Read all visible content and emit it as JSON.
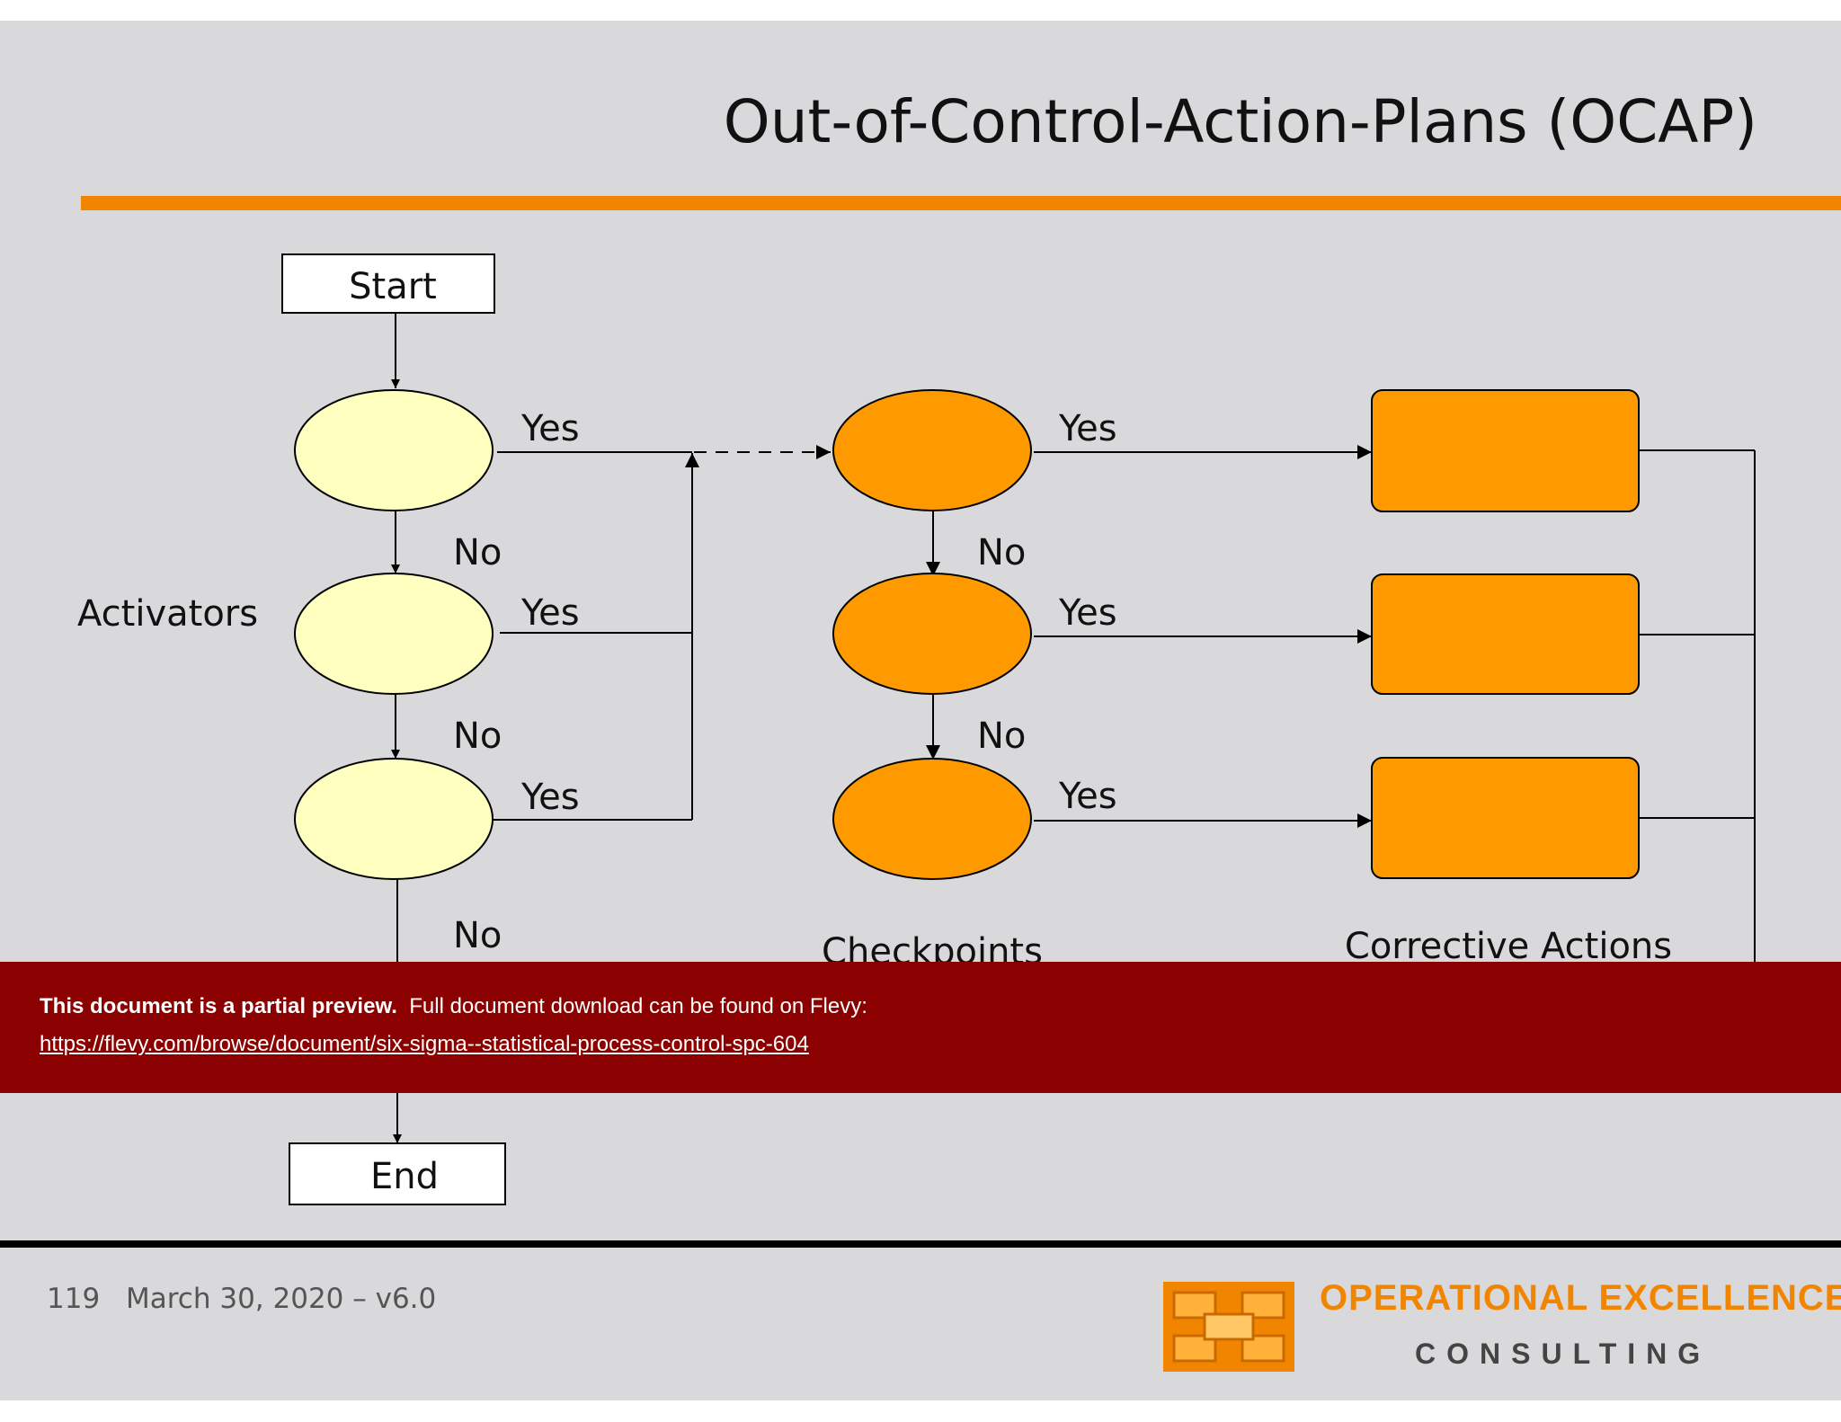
{
  "title": "Out-of-Control-Action-Plans (OCAP)",
  "colors": {
    "slide_bg": "#d9d8da",
    "accent_orange": "#f28500",
    "activator_fill": "#ffffc0",
    "checkpoint_fill": "#ff9900",
    "banner_bg": "#8b0000"
  },
  "diagram": {
    "start_label": "Start",
    "end_label": "End",
    "group_labels": {
      "activators": "Activators",
      "checkpoints": "Checkpoints",
      "corrective_actions": "Corrective Actions"
    },
    "yes_label": "Yes",
    "no_label": "No"
  },
  "banner": {
    "bold_text": "This document is a partial preview.",
    "text": "Full document download can be found on Flevy:",
    "link": "https://flevy.com/browse/document/six-sigma--statistical-process-control-spc-604"
  },
  "footer": {
    "page_number": "119",
    "date_version": "March 30, 2020 – v6.0",
    "logo_brand": "OPERATIONAL EXCELLENCE",
    "logo_sub": "CONSULTING"
  }
}
